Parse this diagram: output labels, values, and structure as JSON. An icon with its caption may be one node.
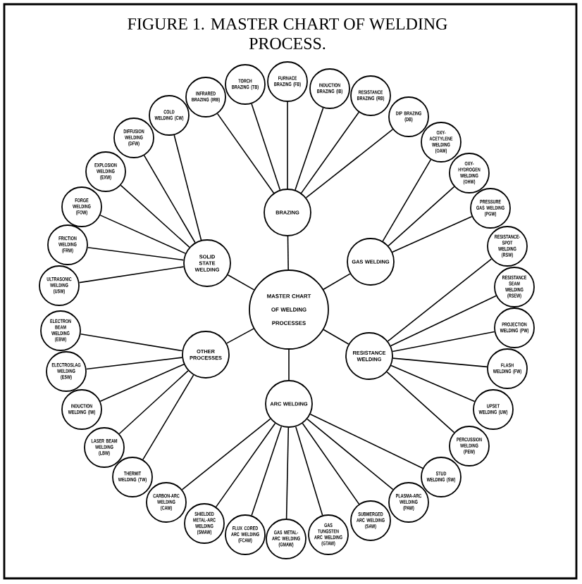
{
  "diagram": {
    "title": "FIGURE 1. MASTER CHART OF WELDING PROCESS.",
    "nodes": [
      {
        "text": [
          "MASTER CHART OF WELDING PROCESSES"
        ]
      },
      {
        "text": [
          "BRAZING"
        ]
      },
      {
        "text": [
          "GAS WELDING"
        ]
      },
      {
        "text": [
          "RESISTANCE WELDING"
        ]
      },
      {
        "text": [
          "ARC WELDING"
        ]
      },
      {
        "text": [
          "OTHER PROCESSES"
        ]
      },
      {
        "text": [
          "SOLID STATE WELDING"
        ]
      },
      {
        "text": [
          "INFRARED BRAZING (IRB)"
        ]
      },
      {
        "text": [
          "TORCH BRAZING (TB)"
        ]
      },
      {
        "text": [
          "FURNACE BRAZING (FB)"
        ]
      },
      {
        "text": [
          "INDUCTION BRAZING (IB)"
        ]
      },
      {
        "text": [
          "RESISTANCE BRAZING (RB)"
        ]
      },
      {
        "text": [
          "DIP BRAZING (DB)"
        ]
      },
      {
        "text": [
          "OXY-ACETYLENE WELDING (OAW)"
        ]
      },
      {
        "text": [
          "OXY-HYDROGEN WELDING (OHW)"
        ]
      },
      {
        "text": [
          "PRESSURE GAS WELDING (PGW)"
        ]
      },
      {
        "text": [
          "RESISTANCE-SPOT WELDING (RSW)"
        ]
      },
      {
        "text": [
          "RESISTANCE SEAM WELDING (RSEW)"
        ]
      },
      {
        "text": [
          "PROJECTION WELDING (PW)"
        ]
      },
      {
        "text": [
          "FLASH WELDING (FW)"
        ]
      },
      {
        "text": [
          "UPSET WELDING (UW)"
        ]
      },
      {
        "text": [
          "PERCUSSION WELDING (PEW)"
        ]
      },
      {
        "text": [
          "STUD WELDING (SW)"
        ]
      },
      {
        "text": [
          "PLASMA-ARC WELDING (PAW)"
        ]
      },
      {
        "text": [
          "SUBMERGED ARC WELDING (SAW)"
        ]
      },
      {
        "text": [
          "GAS TUNGSTEN ARC WELDING (GTAW)"
        ]
      },
      {
        "text": [
          "GAS METAL-ARC WELDING (GMAW)"
        ]
      },
      {
        "text": [
          "FLUX CORED ARC WELDING (FCAW)"
        ]
      },
      {
        "text": [
          "SHIELDED METAL-ARC WELDING (SMAW)"
        ]
      },
      {
        "text": [
          "CARBON-ARC WELDING (CAW)"
        ]
      },
      {
        "text": [
          "THERMIT WELDING (TW)"
        ]
      },
      {
        "text": [
          "LASER BEAM WELDING (LBW)"
        ]
      },
      {
        "text": [
          "INDUCTION WELDING (IW)"
        ]
      },
      {
        "text": [
          "ELECTROSLAG WELDING (ESW)"
        ]
      },
      {
        "text": [
          "ELECTRON BEAM WELDING (EBW)"
        ]
      },
      {
        "text": [
          "ULTRASONIC WELDING (USW)"
        ]
      },
      {
        "text": [
          "FRICTION WELDING (FRW)"
        ]
      },
      {
        "text": [
          "FORGE WELDING (FOW)"
        ]
      },
      {
        "text": [
          "EXPLOSION WELDING (EXW)"
        ]
      },
      {
        "text": [
          "DIFFUSION WELDING (DFW)"
        ]
      },
      {
        "text": [
          "COLD WELDING (CW)"
        ]
      }
    ],
    "edges": [
      {
        "from": 0,
        "to": 1,
        "arrow": "none"
      },
      {
        "from": 0,
        "to": 2,
        "arrow": "none"
      },
      {
        "from": 0,
        "to": 3,
        "arrow": "none"
      },
      {
        "from": 0,
        "to": 4,
        "arrow": "none"
      },
      {
        "from": 0,
        "to": 5,
        "arrow": "none"
      },
      {
        "from": 0,
        "to": 6,
        "arrow": "none"
      },
      {
        "from": 1,
        "to": 7,
        "arrow": "none"
      },
      {
        "from": 1,
        "to": 8,
        "arrow": "none"
      },
      {
        "from": 1,
        "to": 9,
        "arrow": "none"
      },
      {
        "from": 1,
        "to": 10,
        "arrow": "none"
      },
      {
        "from": 1,
        "to": 11,
        "arrow": "none"
      },
      {
        "from": 1,
        "to": 12,
        "arrow": "none"
      },
      {
        "from": 2,
        "to": 13,
        "arrow": "none"
      },
      {
        "from": 2,
        "to": 14,
        "arrow": "none"
      },
      {
        "from": 2,
        "to": 15,
        "arrow": "none"
      },
      {
        "from": 3,
        "to": 16,
        "arrow": "none"
      },
      {
        "from": 3,
        "to": 17,
        "arrow": "none"
      },
      {
        "from": 3,
        "to": 18,
        "arrow": "none"
      },
      {
        "from": 3,
        "to": 19,
        "arrow": "none"
      },
      {
        "from": 3,
        "to": 20,
        "arrow": "none"
      },
      {
        "from": 3,
        "to": 21,
        "arrow": "none"
      },
      {
        "from": 4,
        "to": 22,
        "arrow": "none"
      },
      {
        "from": 4,
        "to": 23,
        "arrow": "none"
      },
      {
        "from": 4,
        "to": 24,
        "arrow": "none"
      },
      {
        "from": 4,
        "to": 25,
        "arrow": "none"
      },
      {
        "from": 4,
        "to": 26,
        "arrow": "none"
      },
      {
        "from": 4,
        "to": 27,
        "arrow": "none"
      },
      {
        "from": 4,
        "to": 28,
        "arrow": "none"
      },
      {
        "from": 4,
        "to": 29,
        "arrow": "none"
      },
      {
        "from": 5,
        "to": 30,
        "arrow": "none"
      },
      {
        "from": 5,
        "to": 31,
        "arrow": "none"
      },
      {
        "from": 5,
        "to": 32,
        "arrow": "none"
      },
      {
        "from": 5,
        "to": 33,
        "arrow": "none"
      },
      {
        "from": 5,
        "to": 34,
        "arrow": "none"
      },
      {
        "from": 6,
        "to": 35,
        "arrow": "none"
      },
      {
        "from": 6,
        "to": 36,
        "arrow": "none"
      },
      {
        "from": 6,
        "to": 37,
        "arrow": "none"
      },
      {
        "from": 6,
        "to": 38,
        "arrow": "none"
      },
      {
        "from": 6,
        "to": 39,
        "arrow": "none"
      },
      {
        "from": 6,
        "to": 40,
        "arrow": "none"
      }
    ]
  }
}
